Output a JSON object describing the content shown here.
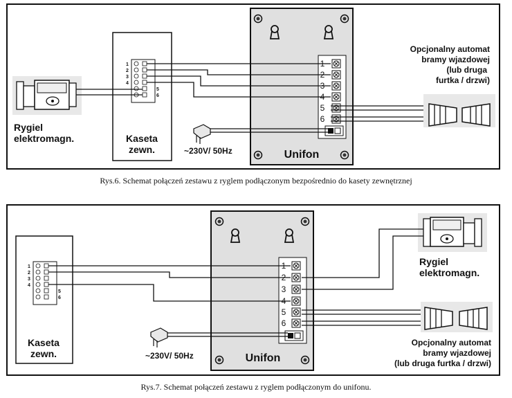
{
  "figure1": {
    "caption": "Rys.6. Schemat połączeń zestawu z ryglem podłączonym bezpośrednio do kasety zewnętrznej",
    "lock_label": [
      "Rygiel",
      "elektromagn."
    ],
    "panel_label": [
      "Kaseta",
      "zewn."
    ],
    "unit_label": "Unifon",
    "power_label": "~230V/ 50Hz",
    "gate_label": [
      "Opcjonalny automat",
      "bramy wjazdowej",
      "(lub druga",
      "furtka / drzwi)"
    ],
    "terminals": [
      "1",
      "2",
      "3",
      "4",
      "5",
      "6"
    ],
    "panel_terminals_left": [
      "1",
      "2",
      "3",
      "4"
    ],
    "panel_terminals_right": [
      "5",
      "6"
    ]
  },
  "figure2": {
    "caption": "Rys.7. Schemat połączeń zestawu z ryglem podłączonym do unifonu.",
    "lock_label": [
      "Rygiel",
      "elektromagn."
    ],
    "panel_label": [
      "Kaseta",
      "zewn."
    ],
    "unit_label": "Unifon",
    "power_label": "~230V/ 50Hz",
    "gate_label": [
      "Opcjonalny automat",
      "bramy wjazdowej",
      "(lub druga furtka / drzwi)"
    ],
    "terminals": [
      "1",
      "2",
      "3",
      "4",
      "5",
      "6"
    ],
    "panel_terminals_left": [
      "1",
      "2",
      "3",
      "4"
    ],
    "panel_terminals_right": [
      "5",
      "6"
    ]
  }
}
